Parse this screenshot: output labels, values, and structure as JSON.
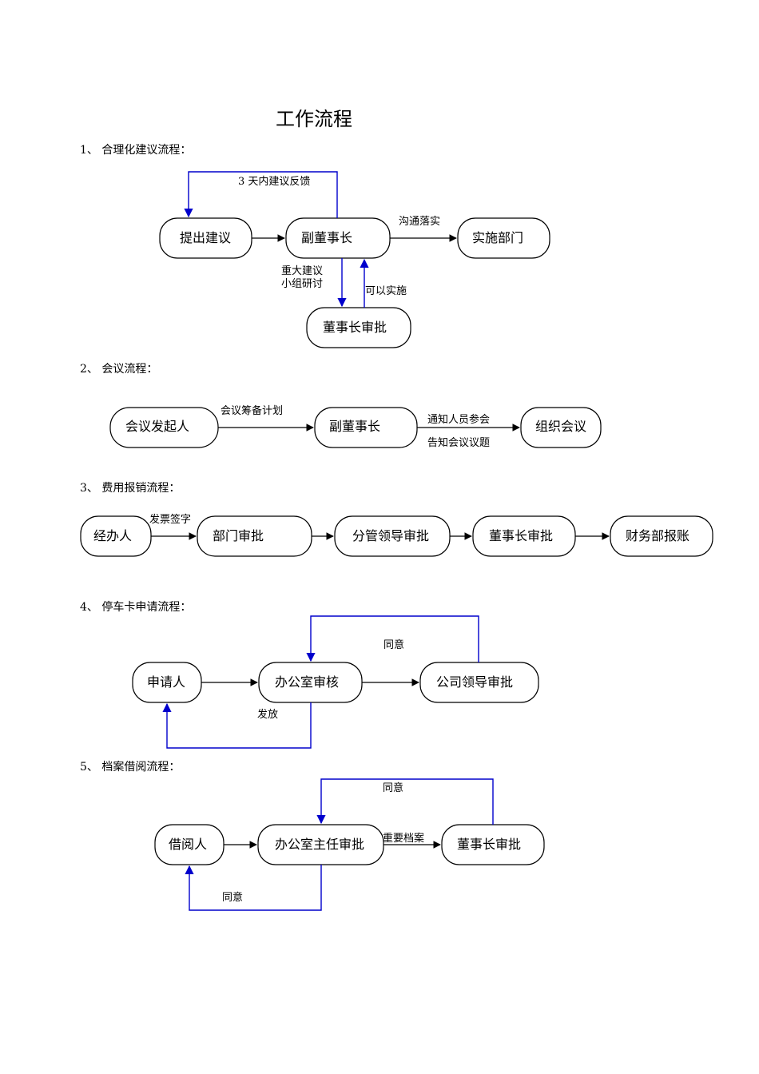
{
  "title": "工作流程",
  "colors": {
    "line": "#000000",
    "feedback": "#0000cc"
  },
  "sections": [
    {
      "heading": "1、 合理化建议流程：",
      "nodes": [
        "提出建议",
        "副董事长",
        "实施部门",
        "董事长审批"
      ],
      "labels": [
        "3 天内建议反馈",
        "沟通落实",
        "重大建议",
        "小组研讨",
        "可以实施"
      ]
    },
    {
      "heading": "2、 会议流程：",
      "nodes": [
        "会议发起人",
        "副董事长",
        "组织会议"
      ],
      "labels": [
        "会议筹备计划",
        "通知人员参会",
        "告知会议议题"
      ]
    },
    {
      "heading": "3、 费用报销流程：",
      "nodes": [
        "经办人",
        "部门审批",
        "分管领导审批",
        "董事长审批",
        "财务部报账"
      ],
      "labels": [
        "发票签字"
      ]
    },
    {
      "heading": "4、 停车卡申请流程：",
      "nodes": [
        "申请人",
        "办公室审核",
        "公司领导审批"
      ],
      "labels": [
        "同意",
        "发放"
      ]
    },
    {
      "heading": "5、 档案借阅流程：",
      "nodes": [
        "借阅人",
        "办公室主任审批",
        "董事长审批"
      ],
      "labels": [
        "同意",
        "重要档案",
        "同意"
      ]
    }
  ]
}
